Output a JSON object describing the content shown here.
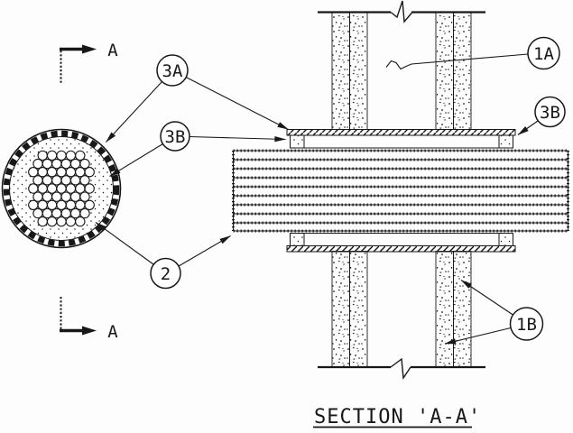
{
  "drawing": {
    "title": "SECTION 'A-A'",
    "section_marker_top": {
      "label": "A"
    },
    "section_marker_bottom": {
      "label": "A"
    },
    "callouts": {
      "c3a": {
        "label": "3A"
      },
      "c3b_left": {
        "label": "3B"
      },
      "c3b_right": {
        "label": "3B"
      },
      "c1a": {
        "label": "1A"
      },
      "c1b": {
        "label": "1B"
      },
      "c2": {
        "label": "2"
      }
    },
    "colors": {
      "ink": "#181818",
      "paper": "#fdfdfd"
    }
  }
}
